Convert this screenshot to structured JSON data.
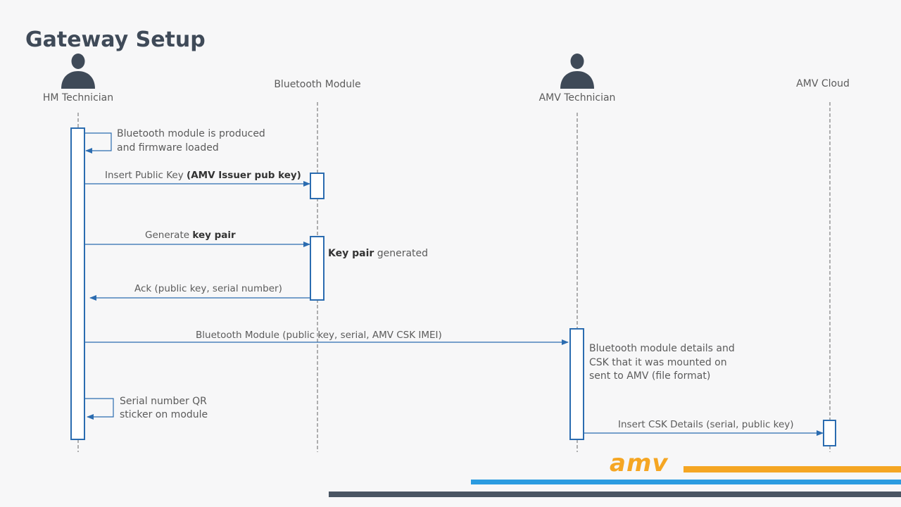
{
  "page": {
    "title": "Gateway Setup"
  },
  "actors": {
    "hm_technician": "HM Technician",
    "bluetooth_module": "Bluetooth Module",
    "amv_technician": "AMV Technician",
    "amv_cloud": "AMV Cloud"
  },
  "messages": {
    "self_produced_line1": "Bluetooth module is produced",
    "self_produced_line2": "and firmware loaded",
    "insert_pubkey_prefix": "Insert Public Key ",
    "insert_pubkey_bold": "(AMV Issuer pub key)",
    "generate_prefix": "Generate ",
    "generate_bold": "key pair",
    "keypair_bold": "Key pair",
    "keypair_suffix": " generated",
    "ack": "Ack (public key, serial number)",
    "bt_module_send": "Bluetooth Module (public key, serial,  AMV CSK IMEI)",
    "details_line1": "Bluetooth module details and",
    "details_line2": "CSK that it was mounted on",
    "details_line3": "sent to AMV (file format)",
    "qr_line1": "Serial number QR",
    "qr_line2": "sticker on module",
    "insert_csk": "Insert CSK Details (serial, public key)"
  },
  "branding": {
    "logo_text": "amv",
    "logo_color": "#f5a623",
    "bar_orange": "#f5a623",
    "bar_blue": "#2b9be0",
    "bar_gray": "#4a5563"
  },
  "icons": {
    "actor": "person-silhouette-icon"
  }
}
